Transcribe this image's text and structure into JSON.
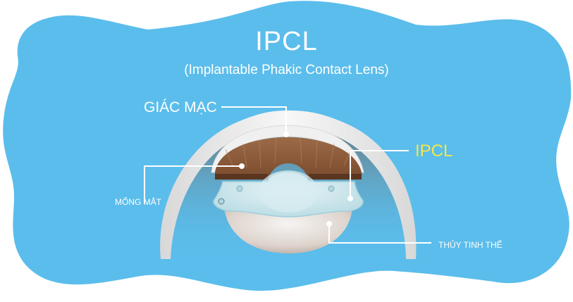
{
  "title": "IPCL",
  "subtitle": "(Implantable Phakic Contact Lens)",
  "labels": {
    "cornea": "GIÁC MẠC",
    "ipcl": "IPCL",
    "iris": "MỐNG MẮT",
    "crystalline_lens": "THỦY TINH THỂ"
  },
  "colors": {
    "background_blob": "#5BBDEB",
    "text": "#FFFFFF",
    "ipcl_highlight": "#F5E64A",
    "iris_brown": "#8A5A3B",
    "cornea_white": "#F2F2F2"
  }
}
